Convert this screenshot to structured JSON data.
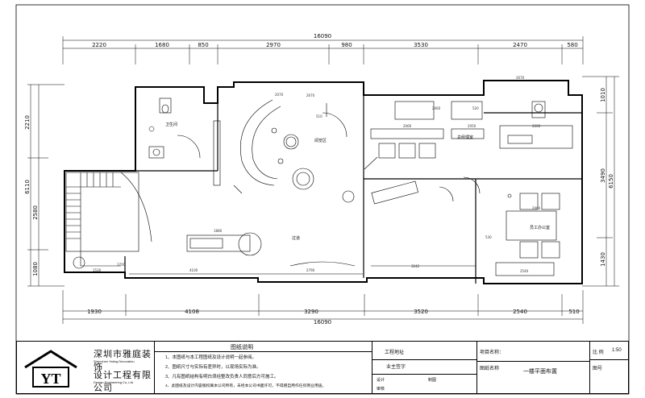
{
  "dimensions": {
    "top_total": "16090",
    "top_segments": [
      "2220",
      "1680",
      "850",
      "2970",
      "980",
      "3530",
      "2470",
      "580"
    ],
    "bottom_total": "16090",
    "bottom_segments": [
      "1930",
      "4108",
      "3290",
      "3520",
      "2540",
      "510"
    ],
    "left_segments": [
      "2210",
      "6110",
      "2580",
      "1080"
    ],
    "right_segments": [
      "1010",
      "3490",
      "6150",
      "1430"
    ],
    "interior": [
      "2670",
      "2070",
      "2060",
      "2050",
      "2600",
      "2060",
      "1880",
      "4100",
      "3242",
      "1530",
      "2540",
      "2670",
      "2060",
      "520",
      "530",
      "510",
      "3700",
      "2790"
    ]
  },
  "rooms": {
    "bathroom": "卫生间",
    "reading": "阅览区",
    "corridor": "过道",
    "manager": "总经理室",
    "staff": "员工办公室"
  },
  "title_block": {
    "company_cn_1": "深圳市雅庭装饰",
    "company_en_1": "Shenzhen Yating Decoration",
    "company_cn_2": "设计工程有限公司",
    "company_en_2": "Design Engineering Co.,Ltd",
    "notes_title": "图纸说明",
    "notes": [
      "1、本图纸与本工程图纸及设计说明一起参阅。",
      "2、图纸尺寸与实际有差异时，以现场实际为准。",
      "3、凡有图纸结构有明白须经整改负责人同意后方可施工。",
      "4、此图纸及设计内容版权属本公司所有，未经本公司书面许可，不得擅自用作任何商业用途。"
    ],
    "project_address": "工程地址",
    "owner_sign": "业主签字",
    "designer": "设计",
    "checker": "审核",
    "drawer": "制图",
    "project_name": "项目名称：",
    "drawing_name": "图纸名称",
    "drawing_title": "一楼平面布置",
    "scale_label": "比 例",
    "scale_value": "1:50",
    "drawing_no": "图号"
  }
}
